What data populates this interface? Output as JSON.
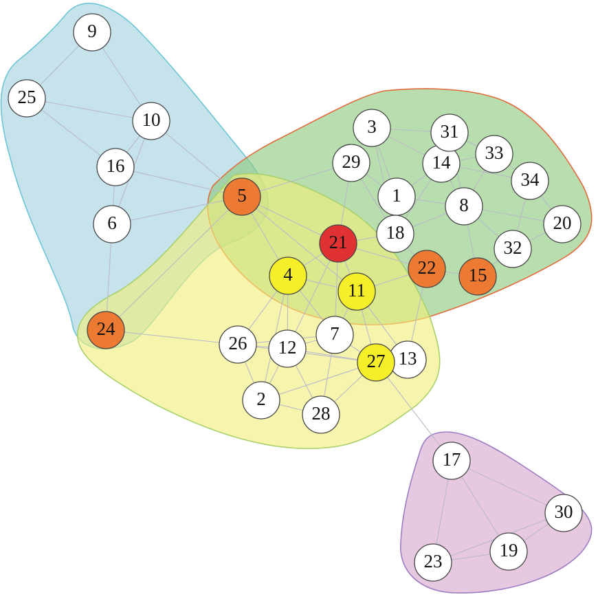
{
  "colors": {
    "default_node": "#ffffff",
    "orange": "#ec7a32",
    "red": "#e03232",
    "yellow": "#f5ef2a",
    "edge": "#b9b9c8"
  },
  "communities": [
    {
      "id": "blue",
      "fill": "#a3d0de",
      "stroke": "#6cc5d6"
    },
    {
      "id": "green",
      "fill": "#8cca7e",
      "stroke": "#e26a3a"
    },
    {
      "id": "yellow",
      "fill": "#f2ef7a",
      "stroke": "#a8d06a"
    },
    {
      "id": "purple",
      "fill": "#d8a6cf",
      "stroke": "#9b7cc2"
    }
  ],
  "nodes": [
    {
      "id": "1",
      "label": "1",
      "color": "default"
    },
    {
      "id": "2",
      "label": "2",
      "color": "default"
    },
    {
      "id": "3",
      "label": "3",
      "color": "default"
    },
    {
      "id": "4",
      "label": "4",
      "color": "yellow"
    },
    {
      "id": "5",
      "label": "5",
      "color": "orange"
    },
    {
      "id": "6",
      "label": "6",
      "color": "default"
    },
    {
      "id": "7",
      "label": "7",
      "color": "default"
    },
    {
      "id": "8",
      "label": "8",
      "color": "default"
    },
    {
      "id": "9",
      "label": "9",
      "color": "default"
    },
    {
      "id": "10",
      "label": "10",
      "color": "default"
    },
    {
      "id": "11",
      "label": "11",
      "color": "yellow"
    },
    {
      "id": "12",
      "label": "12",
      "color": "default"
    },
    {
      "id": "13",
      "label": "13",
      "color": "default"
    },
    {
      "id": "14",
      "label": "14",
      "color": "default"
    },
    {
      "id": "15",
      "label": "15",
      "color": "orange"
    },
    {
      "id": "16",
      "label": "16",
      "color": "default"
    },
    {
      "id": "17",
      "label": "17",
      "color": "default"
    },
    {
      "id": "18",
      "label": "18",
      "color": "default"
    },
    {
      "id": "19",
      "label": "19",
      "color": "default"
    },
    {
      "id": "20",
      "label": "20",
      "color": "default"
    },
    {
      "id": "21",
      "label": "21",
      "color": "red"
    },
    {
      "id": "22",
      "label": "22",
      "color": "orange"
    },
    {
      "id": "23",
      "label": "23",
      "color": "default"
    },
    {
      "id": "24",
      "label": "24",
      "color": "orange"
    },
    {
      "id": "25",
      "label": "25",
      "color": "default"
    },
    {
      "id": "26",
      "label": "26",
      "color": "default"
    },
    {
      "id": "27",
      "label": "27",
      "color": "yellow"
    },
    {
      "id": "28",
      "label": "28",
      "color": "default"
    },
    {
      "id": "29",
      "label": "29",
      "color": "default"
    },
    {
      "id": "30",
      "label": "30",
      "color": "default"
    },
    {
      "id": "31",
      "label": "31",
      "color": "default"
    },
    {
      "id": "32",
      "label": "32",
      "color": "default"
    },
    {
      "id": "33",
      "label": "33",
      "color": "default"
    },
    {
      "id": "34",
      "label": "34",
      "color": "default"
    }
  ],
  "edges": [
    [
      "9",
      "25"
    ],
    [
      "9",
      "10"
    ],
    [
      "25",
      "10"
    ],
    [
      "25",
      "16"
    ],
    [
      "10",
      "16"
    ],
    [
      "10",
      "6"
    ],
    [
      "16",
      "6"
    ],
    [
      "10",
      "5"
    ],
    [
      "16",
      "5"
    ],
    [
      "6",
      "5"
    ],
    [
      "6",
      "24"
    ],
    [
      "5",
      "21"
    ],
    [
      "5",
      "4"
    ],
    [
      "5",
      "29"
    ],
    [
      "5",
      "11"
    ],
    [
      "24",
      "26"
    ],
    [
      "24",
      "5"
    ],
    [
      "3",
      "29"
    ],
    [
      "3",
      "31"
    ],
    [
      "3",
      "14"
    ],
    [
      "3",
      "1"
    ],
    [
      "29",
      "1"
    ],
    [
      "29",
      "18"
    ],
    [
      "29",
      "21"
    ],
    [
      "31",
      "14"
    ],
    [
      "31",
      "33"
    ],
    [
      "14",
      "33"
    ],
    [
      "14",
      "34"
    ],
    [
      "14",
      "1"
    ],
    [
      "14",
      "8"
    ],
    [
      "33",
      "8"
    ],
    [
      "33",
      "34"
    ],
    [
      "34",
      "20"
    ],
    [
      "34",
      "32"
    ],
    [
      "1",
      "18"
    ],
    [
      "1",
      "8"
    ],
    [
      "8",
      "32"
    ],
    [
      "8",
      "20"
    ],
    [
      "8",
      "18"
    ],
    [
      "8",
      "15"
    ],
    [
      "18",
      "21"
    ],
    [
      "18",
      "22"
    ],
    [
      "32",
      "15"
    ],
    [
      "32",
      "20"
    ],
    [
      "22",
      "15"
    ],
    [
      "21",
      "22"
    ],
    [
      "14",
      "18"
    ],
    [
      "31",
      "8"
    ],
    [
      "3",
      "18"
    ],
    [
      "21",
      "4"
    ],
    [
      "21",
      "11"
    ],
    [
      "21",
      "7"
    ],
    [
      "21",
      "12"
    ],
    [
      "4",
      "11"
    ],
    [
      "4",
      "7"
    ],
    [
      "4",
      "26"
    ],
    [
      "4",
      "12"
    ],
    [
      "11",
      "7"
    ],
    [
      "11",
      "27"
    ],
    [
      "11",
      "13"
    ],
    [
      "11",
      "22"
    ],
    [
      "7",
      "12"
    ],
    [
      "7",
      "27"
    ],
    [
      "7",
      "26"
    ],
    [
      "12",
      "26"
    ],
    [
      "12",
      "27"
    ],
    [
      "12",
      "2"
    ],
    [
      "12",
      "28"
    ],
    [
      "26",
      "27"
    ],
    [
      "26",
      "2"
    ],
    [
      "2",
      "28"
    ],
    [
      "2",
      "27"
    ],
    [
      "28",
      "27"
    ],
    [
      "27",
      "13"
    ],
    [
      "7",
      "28"
    ],
    [
      "4",
      "2"
    ],
    [
      "13",
      "22"
    ],
    [
      "27",
      "17"
    ],
    [
      "17",
      "30"
    ],
    [
      "17",
      "23"
    ],
    [
      "17",
      "19"
    ],
    [
      "30",
      "19"
    ],
    [
      "30",
      "23"
    ],
    [
      "19",
      "23"
    ]
  ]
}
